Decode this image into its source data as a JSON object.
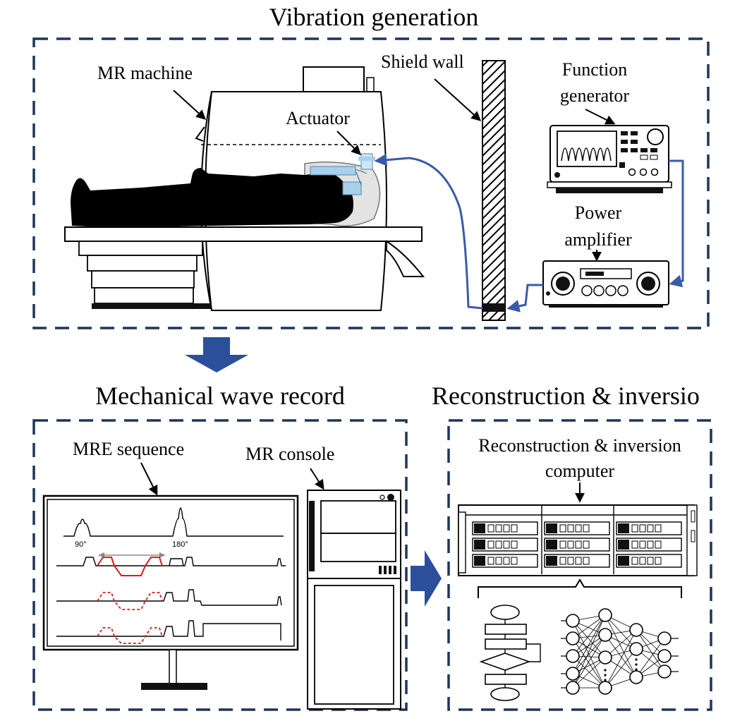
{
  "sections": {
    "vibration_title": "Vibration generation",
    "wave_title": "Mechanical wave record",
    "recon_title": "Reconstruction & inversio"
  },
  "labels": {
    "mr_machine": "MR machine",
    "actuator": "Actuator",
    "shield_wall": "Shield wall",
    "function_generator_1": "Function",
    "function_generator_2": "generator",
    "power_amplifier_1": "Power",
    "power_amplifier_2": "amplifier",
    "mre_sequence": "MRE sequence",
    "mr_console": "MR console",
    "recon_computer_1": "Reconstruction & inversion",
    "recon_computer_2": "computer",
    "pulse_90": "90°",
    "pulse_180": "180°"
  },
  "colors": {
    "frame": "#1f3556",
    "flow_arrow": "#2b4f9b",
    "cable": "#3a5ba8",
    "gradient": "#d21f1f",
    "actuator": "#a9d0ea"
  }
}
